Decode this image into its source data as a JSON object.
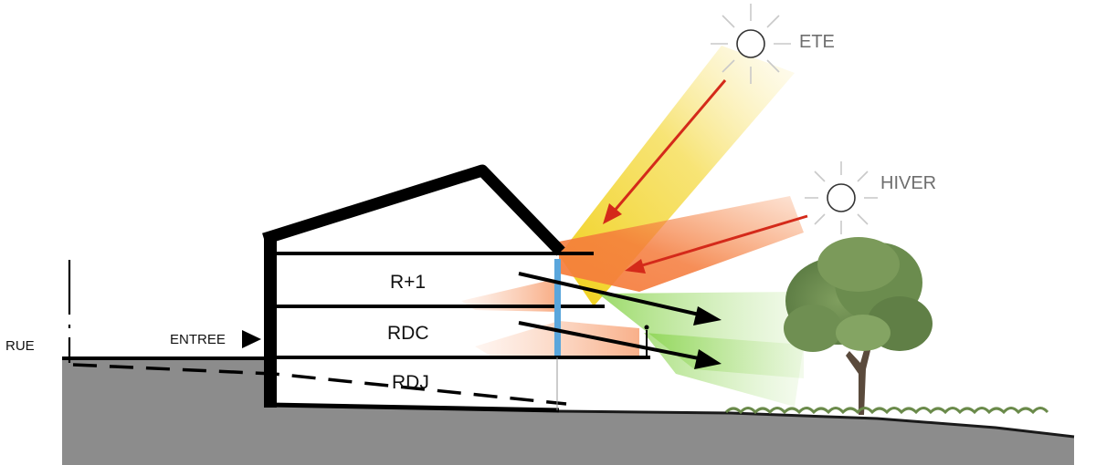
{
  "labels": {
    "summer_sun": "ETE",
    "winter_sun": "HIVER",
    "floor_upper": "R+1",
    "floor_ground": "RDC",
    "floor_garden": "RDJ",
    "entrance": "ENTREE",
    "street": "RUE"
  },
  "colors": {
    "ground": "#8c8c8c",
    "walls": "#000000",
    "glazing": "#5aa6dc",
    "summer_light": "#f2d21c",
    "winter_light": "#f47a3a",
    "garden_light": "#8fd14f",
    "sun_rays": "#cfcfcf",
    "ray_arrow": "#d42a1a",
    "tree_foliage": "#6f8f52",
    "tree_trunk": "#5a4a3c"
  },
  "icons": {
    "summer": "sun-icon",
    "winter": "sun-icon",
    "entrance": "triangle-arrow-icon",
    "tree": "tree-icon"
  }
}
